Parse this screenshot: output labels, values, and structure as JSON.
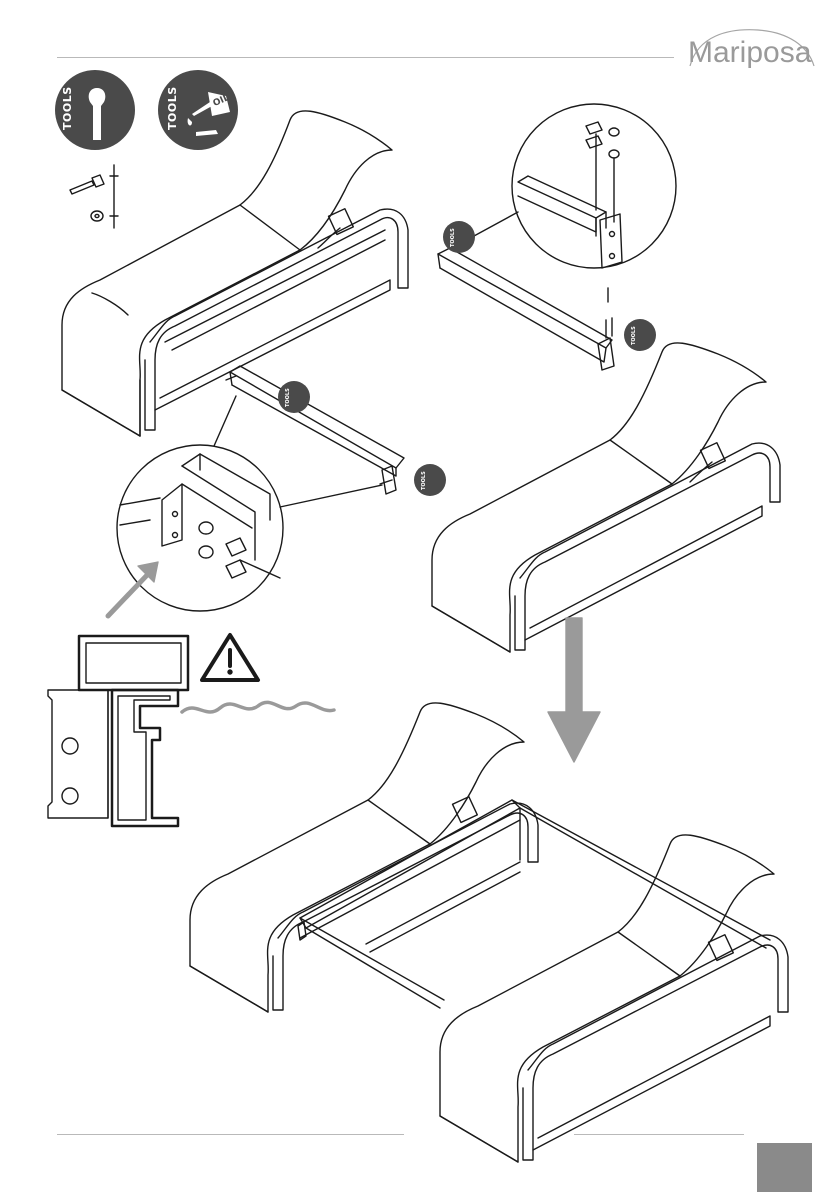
{
  "header": {
    "brand": "Mariposa"
  },
  "tools": {
    "wrench_label": "TOOLS",
    "oil_tools_label": "TOOLS",
    "oil_label": "OIL",
    "step_badges": [
      {
        "label": "TOOLS"
      },
      {
        "label": "TOOLS"
      },
      {
        "label": "TOOLS"
      },
      {
        "label": "TOOLS"
      }
    ]
  },
  "icons": {
    "wrench": "wrench-icon",
    "oil_can": "oil-can-icon",
    "warning": "warning-triangle-icon",
    "water": "water-waves-icon",
    "arrow_down": "arrow-down-icon",
    "arrow_diag": "arrow-diagonal-icon",
    "bolt": "bolt-icon",
    "washer": "washer-icon"
  },
  "colors": {
    "badge": "#4a4a4a",
    "line": "#1a1a1a",
    "gray": "#9a9a9a",
    "page_box": "#8a8a8a"
  }
}
